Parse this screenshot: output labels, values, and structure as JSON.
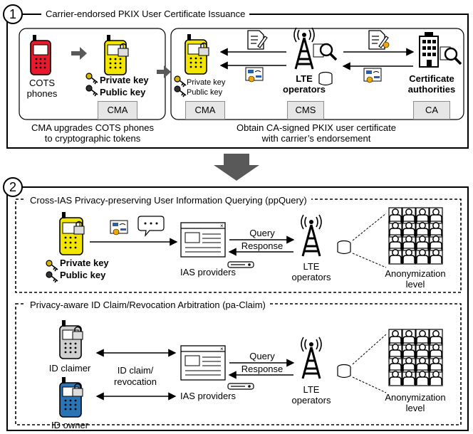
{
  "section1": {
    "number": "1",
    "title": "Carrier-endorsed PKIX User Certificate Issuance",
    "left_caption_1": "CMA upgrades COTS phones",
    "left_caption_2": "to cryptographic tokens",
    "right_caption_1": "Obtain CA-signed PKIX user certificate",
    "right_caption_2": "with carrier’s endorsement",
    "cots_line1": "COTS",
    "cots_line2": "phones",
    "private_key": "Private key",
    "public_key": "Public key",
    "cma": "CMA",
    "private_key_small": "Private key",
    "public_key_small": "Public key",
    "cma2": "CMA",
    "lte_line1": "LTE",
    "lte_line2": "operators",
    "cms": "CMS",
    "cert_line1": "Certificate",
    "cert_line2": "authorities",
    "ca": "CA"
  },
  "section2": {
    "number": "2",
    "ppquery": {
      "title": "Cross-IAS Privacy-preserving User Information Querying (ppQuery)",
      "private_key": "Private key",
      "public_key": "Public key",
      "ias": "IAS providers",
      "query": "Query",
      "response": "Response",
      "lte_line1": "LTE",
      "lte_line2": "operators",
      "anon_line1": "Anonymization",
      "anon_line2": "level"
    },
    "paclaim": {
      "title": "Privacy-aware ID Claim/Revocation Arbitration (pa-Claim)",
      "id_claimer": "ID claimer",
      "id_owner": "ID owner",
      "claim_line1": "ID claim/",
      "claim_line2": "revocation",
      "ias": "IAS providers",
      "query": "Query",
      "response": "Response",
      "lte_line1": "LTE",
      "lte_line2": "operators",
      "anon_line1": "Anonymization",
      "anon_line2": "level"
    }
  },
  "colors": {
    "red_phone": "#e8192c",
    "yellow_phone": "#f2e600",
    "blue_phone": "#2a73b5",
    "gray_phone": "#cfcfcf",
    "label_box": "#e6e6e6",
    "big_arrow": "#595959"
  }
}
